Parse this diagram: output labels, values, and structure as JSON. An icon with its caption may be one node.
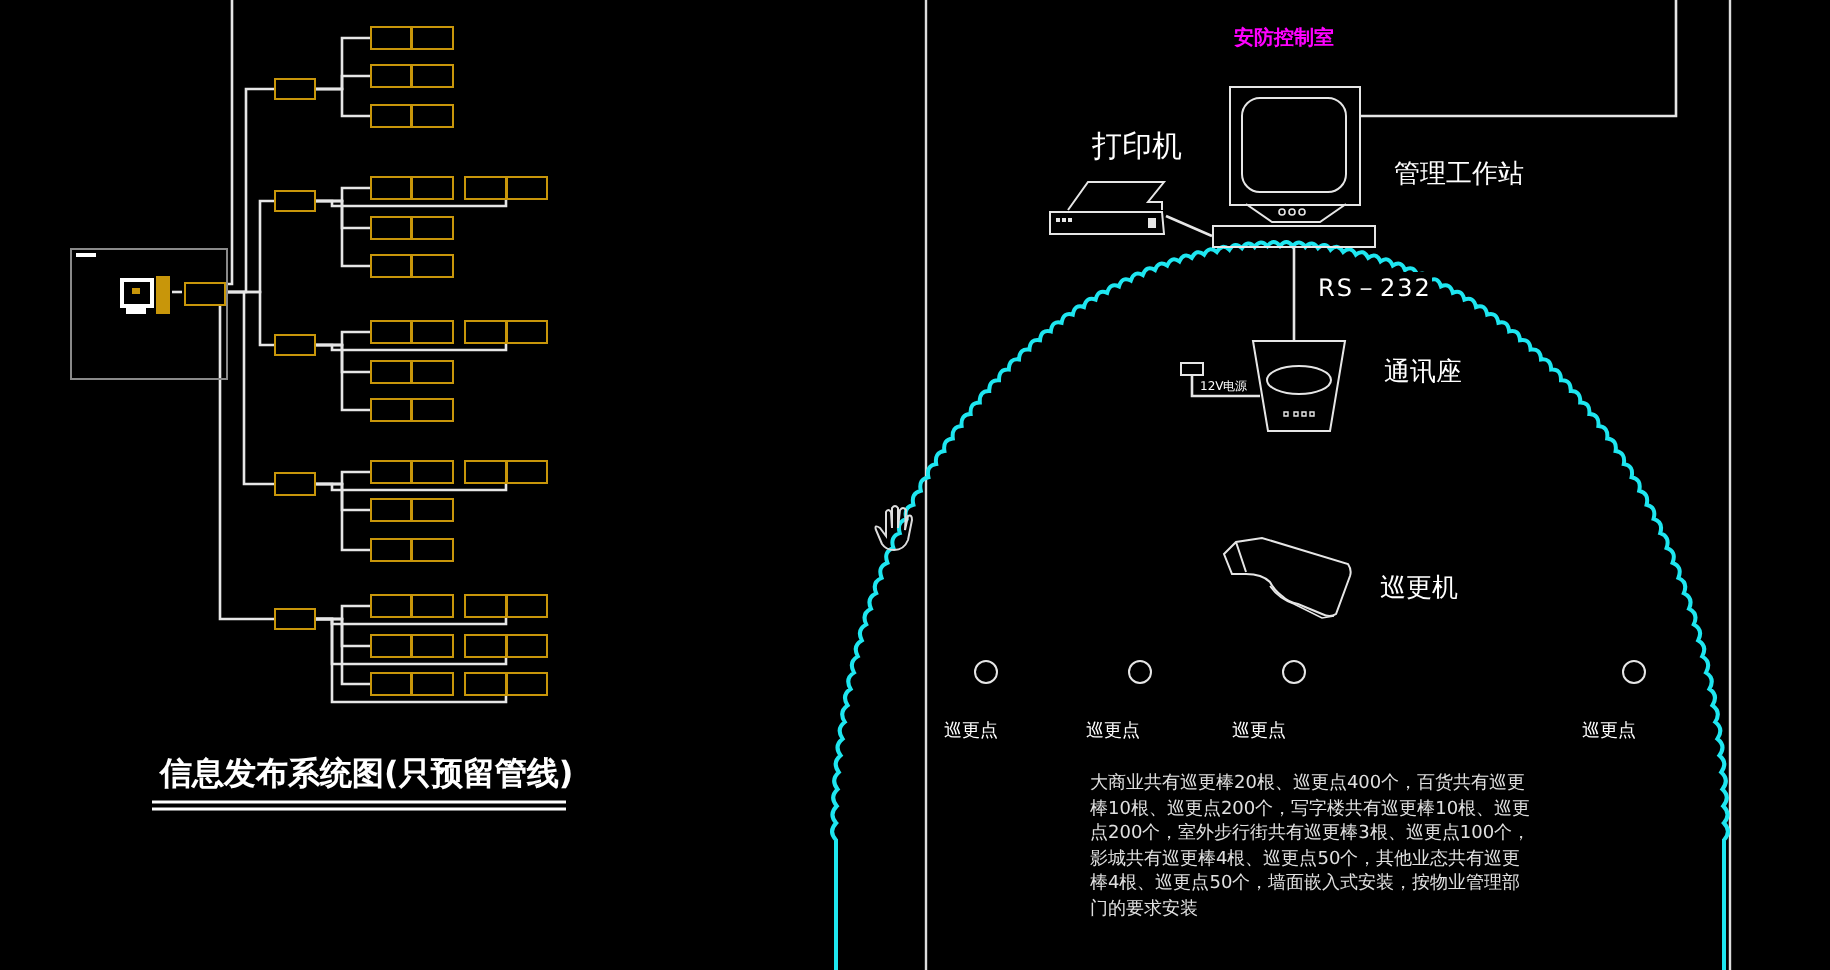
{
  "diagram": {
    "title": "信息发布系统图(只预留管线)",
    "nodes": [
      {
        "text": [],
        "shape": "box"
      },
      {
        "text": [],
        "shape": "picture",
        "in": 0
      },
      {
        "text": [],
        "shape": "box",
        "in": 0
      },
      {
        "text": [],
        "shape": "box"
      },
      {
        "text": [],
        "shape": "box"
      },
      {
        "text": [],
        "shape": "box"
      },
      {
        "text": [],
        "shape": "box"
      },
      {
        "text": [],
        "shape": "box"
      },
      {
        "text": [],
        "shape": "box"
      },
      {
        "text": [],
        "shape": "box"
      },
      {
        "text": [],
        "shape": "box"
      },
      {
        "text": [],
        "shape": "box"
      },
      {
        "text": [],
        "shape": "box"
      },
      {
        "text": [],
        "shape": "box"
      },
      {
        "text": [],
        "shape": "box"
      },
      {
        "text": [],
        "shape": "box"
      },
      {
        "text": [],
        "shape": "box"
      },
      {
        "text": [],
        "shape": "box"
      },
      {
        "text": [],
        "shape": "box"
      },
      {
        "text": [],
        "shape": "box"
      },
      {
        "text": [],
        "shape": "box"
      },
      {
        "text": [],
        "shape": "box"
      },
      {
        "text": [],
        "shape": "box"
      },
      {
        "text": [],
        "shape": "box"
      },
      {
        "text": [],
        "shape": "box"
      },
      {
        "text": [],
        "shape": "box"
      },
      {
        "text": [],
        "shape": "box"
      },
      {
        "text": [],
        "shape": "box"
      },
      {
        "text": [],
        "shape": "box"
      },
      {
        "text": [],
        "shape": "picture",
        "beside": [
          "打印机"
        ]
      },
      {
        "text": [],
        "shape": "picture",
        "beside": [
          "管理工作站"
        ]
      },
      {
        "text": [],
        "shape": "box",
        "beside": [
          "12V电源"
        ]
      },
      {
        "text": [],
        "shape": "picture",
        "beside": [
          "通讯座"
        ]
      },
      {
        "text": [],
        "shape": "picture",
        "beside": [
          "巡更机"
        ]
      },
      {
        "text": [],
        "shape": "circle",
        "beside": [
          "巡更点"
        ]
      },
      {
        "text": [],
        "shape": "circle",
        "beside": [
          "巡更点"
        ]
      },
      {
        "text": [],
        "shape": "circle",
        "beside": [
          "巡更点"
        ]
      },
      {
        "text": [],
        "shape": "circle",
        "beside": [
          "巡更点"
        ]
      }
    ],
    "edges": [
      {
        "from": 1,
        "to": 2,
        "arrow": "none"
      },
      {
        "from": null,
        "to": 2,
        "arrow": "none"
      },
      {
        "from": 2,
        "to": 3,
        "arrow": "none"
      },
      {
        "from": 2,
        "to": 7,
        "arrow": "none"
      },
      {
        "from": 2,
        "to": 12,
        "arrow": "none"
      },
      {
        "from": 2,
        "to": 17,
        "arrow": "none"
      },
      {
        "from": 2,
        "to": 22,
        "arrow": "none"
      },
      {
        "from": 3,
        "to": 4,
        "arrow": "none"
      },
      {
        "from": 3,
        "to": 5,
        "arrow": "none"
      },
      {
        "from": 3,
        "to": 6,
        "arrow": "none"
      },
      {
        "from": 7,
        "to": 8,
        "arrow": "none"
      },
      {
        "from": 7,
        "to": 9,
        "arrow": "none"
      },
      {
        "from": 7,
        "to": 10,
        "arrow": "none"
      },
      {
        "from": 7,
        "to": 11,
        "arrow": "none"
      },
      {
        "from": 12,
        "to": 13,
        "arrow": "none"
      },
      {
        "from": 12,
        "to": 14,
        "arrow": "none"
      },
      {
        "from": 12,
        "to": 15,
        "arrow": "none"
      },
      {
        "from": 12,
        "to": 16,
        "arrow": "none"
      },
      {
        "from": 17,
        "to": 18,
        "arrow": "none"
      },
      {
        "from": 17,
        "to": 19,
        "arrow": "none"
      },
      {
        "from": 17,
        "to": 20,
        "arrow": "none"
      },
      {
        "from": 17,
        "to": 21,
        "arrow": "none"
      },
      {
        "from": 22,
        "to": 23,
        "arrow": "none"
      },
      {
        "from": 22,
        "to": 24,
        "arrow": "none"
      },
      {
        "from": 22,
        "to": 25,
        "arrow": "none"
      },
      {
        "from": 22,
        "to": 26,
        "arrow": "none"
      },
      {
        "from": 22,
        "to": 27,
        "arrow": "none"
      },
      {
        "from": 22,
        "to": 28,
        "arrow": "none"
      },
      {
        "from": null,
        "to": 30,
        "arrow": "none"
      },
      {
        "from": 29,
        "to": 30,
        "arrow": "none"
      },
      {
        "from": 30,
        "to": 32,
        "arrow": "none",
        "label": "RS－232"
      },
      {
        "from": 31,
        "to": 32,
        "arrow": "none"
      }
    ],
    "labels": [
      "安防控制室",
      "大商业共有巡更棒20根、巡更点400个，百货共有巡更棒10根、巡更点200个，写字楼共有巡更棒10根、巡更点200个，室外步行街共有巡更棒3根、巡更点100个，影城共有巡更棒4根、巡更点50个，其他业态共有巡更棒4根、巡更点50个，墙面嵌入式安装，按物业管理部门的要求安装"
    ]
  }
}
